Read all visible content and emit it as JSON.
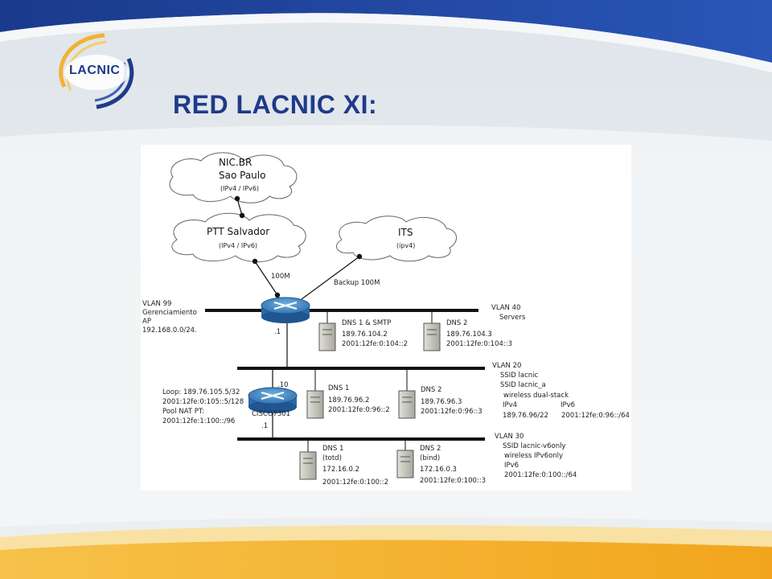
{
  "slide": {
    "title": "RED LACNIC XI:",
    "logo_text": "LACNIC",
    "brand_colors": {
      "blue": "#1f3a8a",
      "orange": "#f3b333"
    }
  },
  "diagram": {
    "clouds": [
      {
        "lines": [
          "NIC.BR",
          "Sao Paulo"
        ],
        "note": "(IPv4 / IPv6)"
      },
      {
        "lines": [
          "PTT Salvador"
        ],
        "note": "(IPv4 / IPv6)"
      },
      {
        "lines": [
          "ITS"
        ],
        "note": "(ipv4)"
      }
    ],
    "links": {
      "ptt": "100M",
      "its": "Backup 100M"
    },
    "vlan99": [
      "VLAN 99",
      "Gerenciamiento",
      "AP",
      "192.168.0.0/24."
    ],
    "router1_iface": ".1",
    "vlan40": {
      "title": "VLAN 40",
      "name": "Servers",
      "servers": [
        {
          "name": "DNS 1 & SMTP",
          "ipv4": "189.76.104.2",
          "ipv6": "2001:12fe:0:104::2"
        },
        {
          "name": "DNS 2",
          "ipv4": "189.76.104.3",
          "ipv6": "2001:12fe:0:104::3"
        }
      ]
    },
    "router2": {
      "name": "CISCO7301",
      "iface_top": ".10",
      "iface_bottom": ".1",
      "info": [
        "Loop: 189.76.105.5/32",
        "2001:12fe:0:105::5/128",
        "Pool NAT PT:",
        "2001:12fe:1:100::/96"
      ]
    },
    "vlan20": {
      "lines": [
        "VLAN 20",
        "SSID lacnic",
        "SSID lacnic_a",
        "wireless dual-stack"
      ],
      "ipv4_label": "IPv4",
      "ipv6_label": "IPv6",
      "ipv4_net": "189.76.96/22",
      "ipv6_net": "2001:12fe:0:96::/64",
      "servers": [
        {
          "name": "DNS 1",
          "ipv4": "189.76.96.2",
          "ipv6": "2001:12fe:0:96::2"
        },
        {
          "name": "DNS 2",
          "ipv4": "189.76.96.3",
          "ipv6": "2001:12fe:0:96::3"
        }
      ]
    },
    "vlan30": {
      "lines": [
        "VLAN 30",
        "SSID lacnic-v6only",
        "wireless IPv6only",
        "IPv6",
        "2001:12fe:0:100::/64"
      ],
      "servers": [
        {
          "name": "DNS 1",
          "sub": "(totd)",
          "ipv4": "172.16.0.2",
          "ipv6": "2001:12fe:0:100::2"
        },
        {
          "name": "DNS 2",
          "sub": "(bind)",
          "ipv4": "172.16.0.3",
          "ipv6": "2001:12fe:0:100::3"
        }
      ]
    }
  }
}
